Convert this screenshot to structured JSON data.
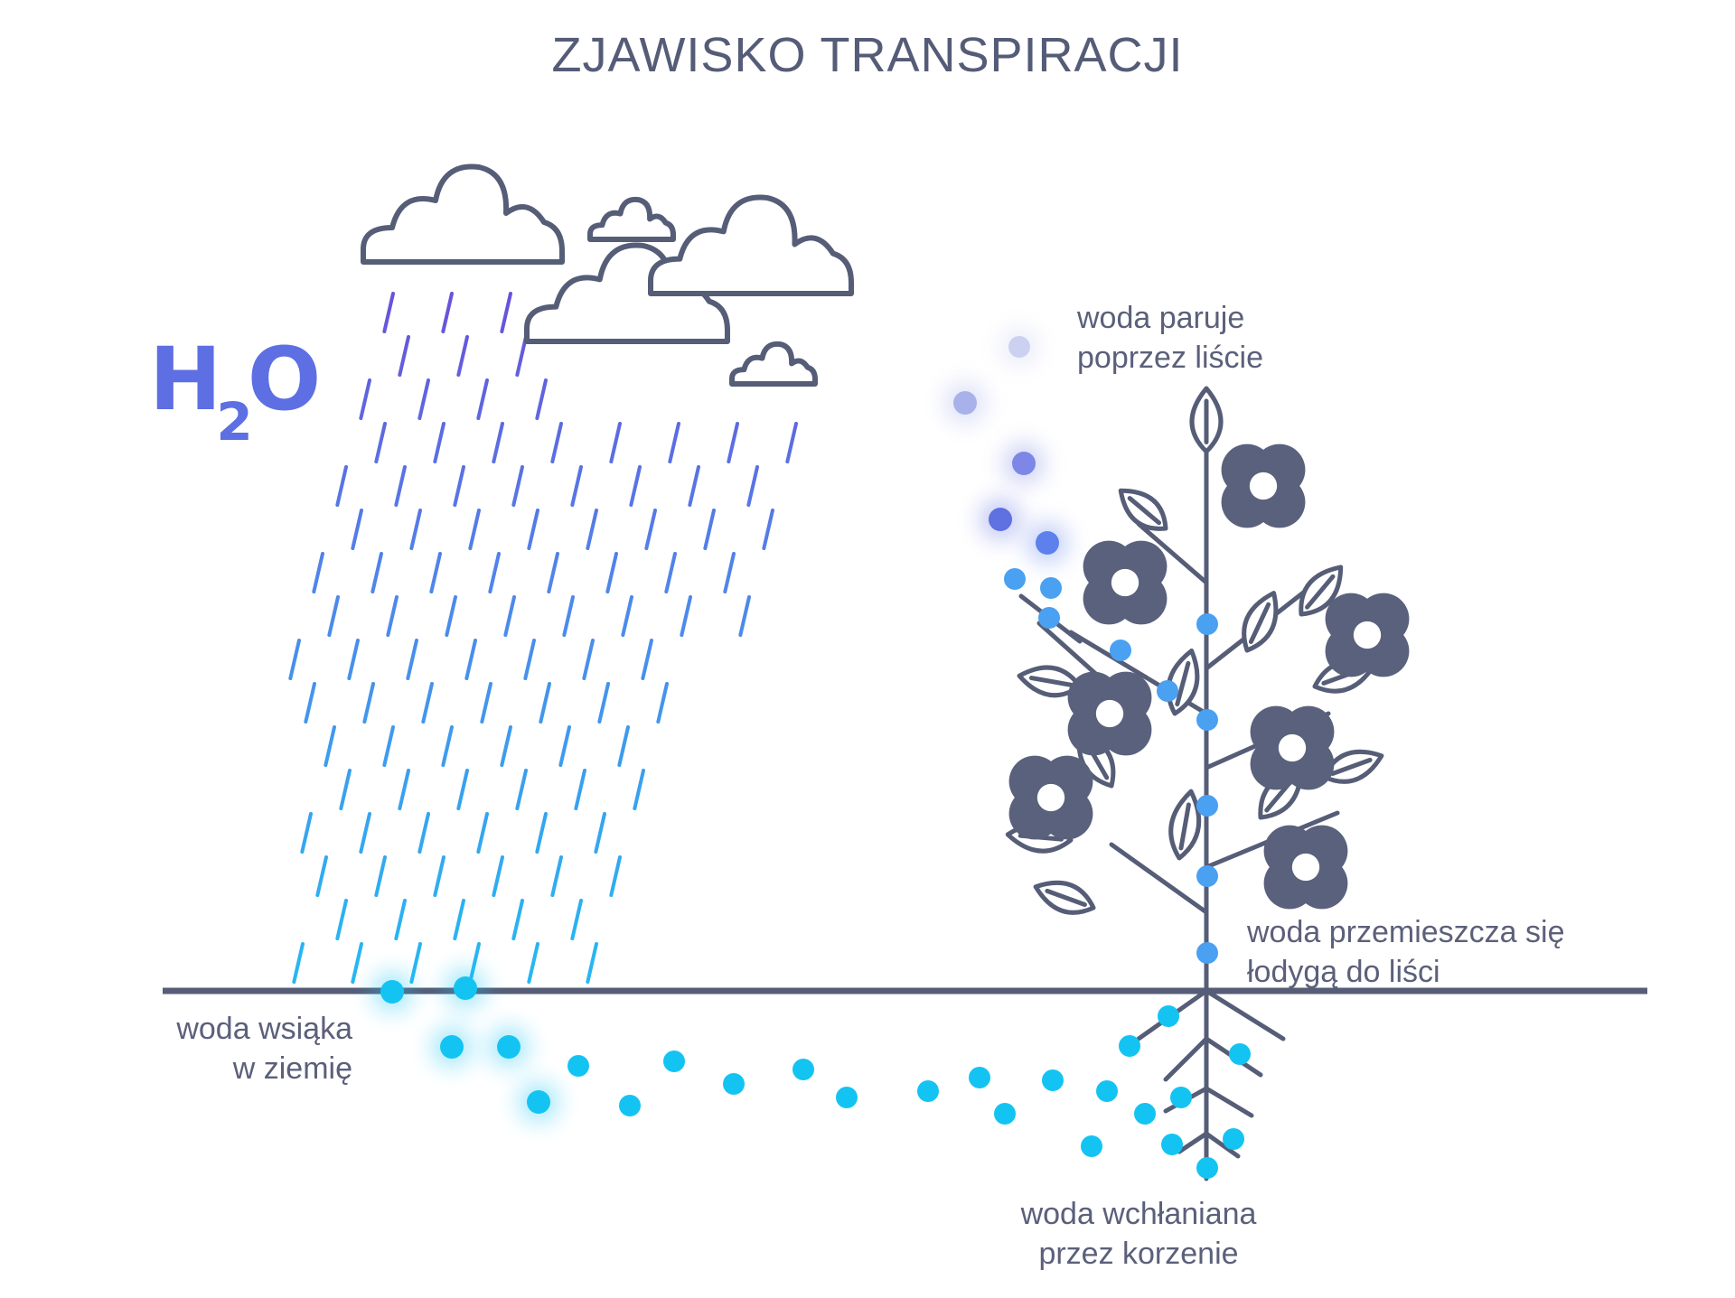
{
  "title": "ZJAWISKO TRANSPIRACJI",
  "formula": {
    "main": "H",
    "subscript": "2",
    "tail": "O"
  },
  "labels": {
    "evaporation": [
      "woda paruje",
      "poprzez liście"
    ],
    "stem": [
      "woda przemieszcza się",
      "łodygą do liści"
    ],
    "soak": [
      "woda wsiąka",
      "w ziemię"
    ],
    "roots": [
      "woda wchłaniana",
      "przez korzenie"
    ]
  },
  "colors": {
    "outline": "#565d77",
    "flower": "#5a617c",
    "formula": "#5d6fe3",
    "rain_top": "#6a4fd8",
    "rain_bottom": "#27b6f3",
    "water_drop": "#13c4f3",
    "vapor": "#6b7de8"
  },
  "icons": [
    "cloud-icon",
    "rain-streak-icon",
    "water-drop-icon",
    "plant-icon",
    "flower-icon",
    "leaf-icon",
    "root-icon"
  ]
}
